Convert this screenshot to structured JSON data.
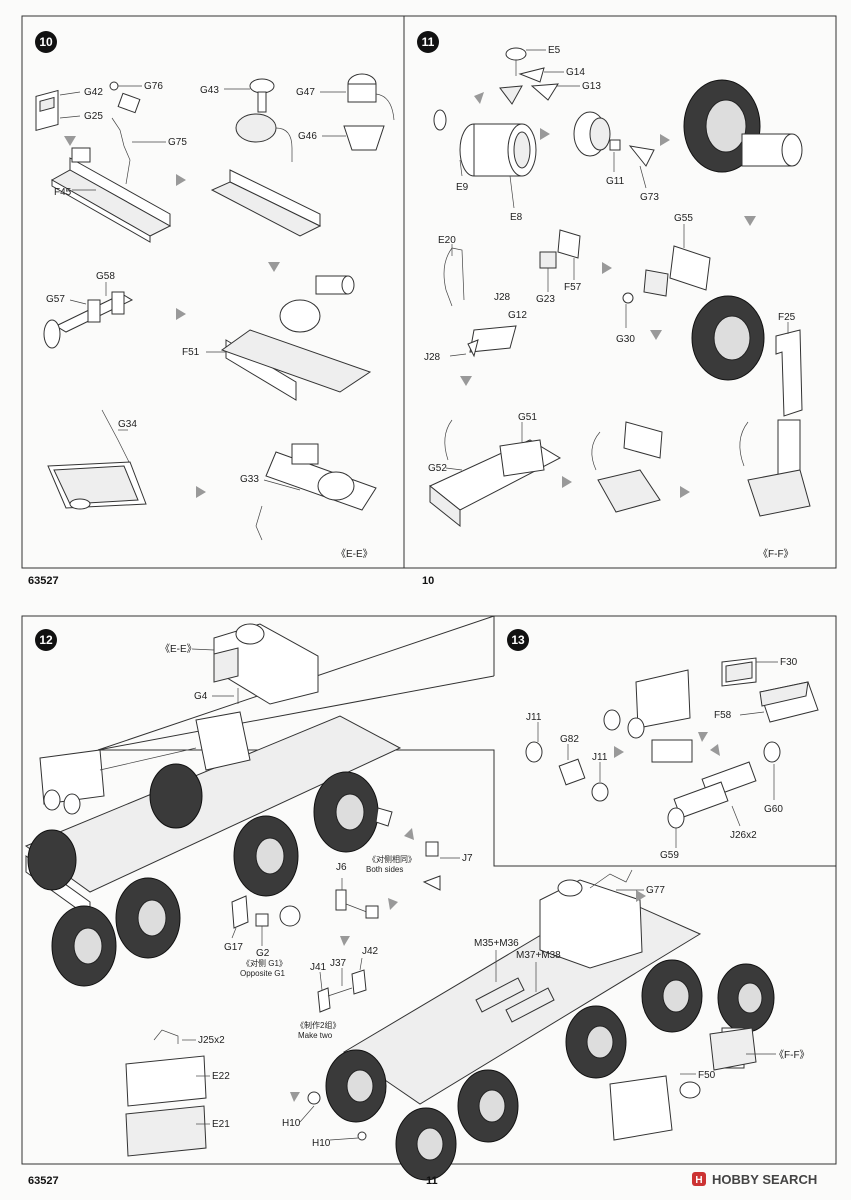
{
  "page_top": {
    "catalog_no": "63527",
    "page_no": "10",
    "step10": {
      "number": "10",
      "parts": [
        "G42",
        "G76",
        "G25",
        "G75",
        "F45",
        "G43",
        "G47",
        "G46",
        "G58",
        "G57",
        "F51",
        "G34",
        "G33"
      ],
      "subassembly": "《E-E》"
    },
    "step11": {
      "number": "11",
      "parts": [
        "E5",
        "G14",
        "G13",
        "E9",
        "E8",
        "G11",
        "G73",
        "E20",
        "F57",
        "G55",
        "G23",
        "J28",
        "G12",
        "J28",
        "G30",
        "F25",
        "G51",
        "G52"
      ],
      "subassembly": "《F-F》"
    }
  },
  "page_bottom": {
    "catalog_no": "63527",
    "page_no": "11",
    "watermark": "HOBBY SEARCH",
    "step12": {
      "number": "12",
      "ref_top": "《E-E》",
      "ref_right": "《F-F》",
      "parts": [
        "G4",
        "J7",
        "J6",
        "G17",
        "G2",
        "G77",
        "M35+M36",
        "M37+M38",
        "J42",
        "J41",
        "J37",
        "J25x2",
        "E22",
        "E21",
        "F50",
        "H10",
        "H10"
      ],
      "note_both_sides_cn": "《对侧相同》",
      "note_both_sides": "Both sides",
      "note_opposite_cn": "《对侧 G1》",
      "note_opposite": "Opposite G1",
      "note_make_two_cn": "《制作2组》",
      "note_make_two": "Make two"
    },
    "step13": {
      "number": "13",
      "parts": [
        "F30",
        "F58",
        "J11",
        "G82",
        "J11",
        "G60",
        "J26x2",
        "G59"
      ]
    }
  }
}
